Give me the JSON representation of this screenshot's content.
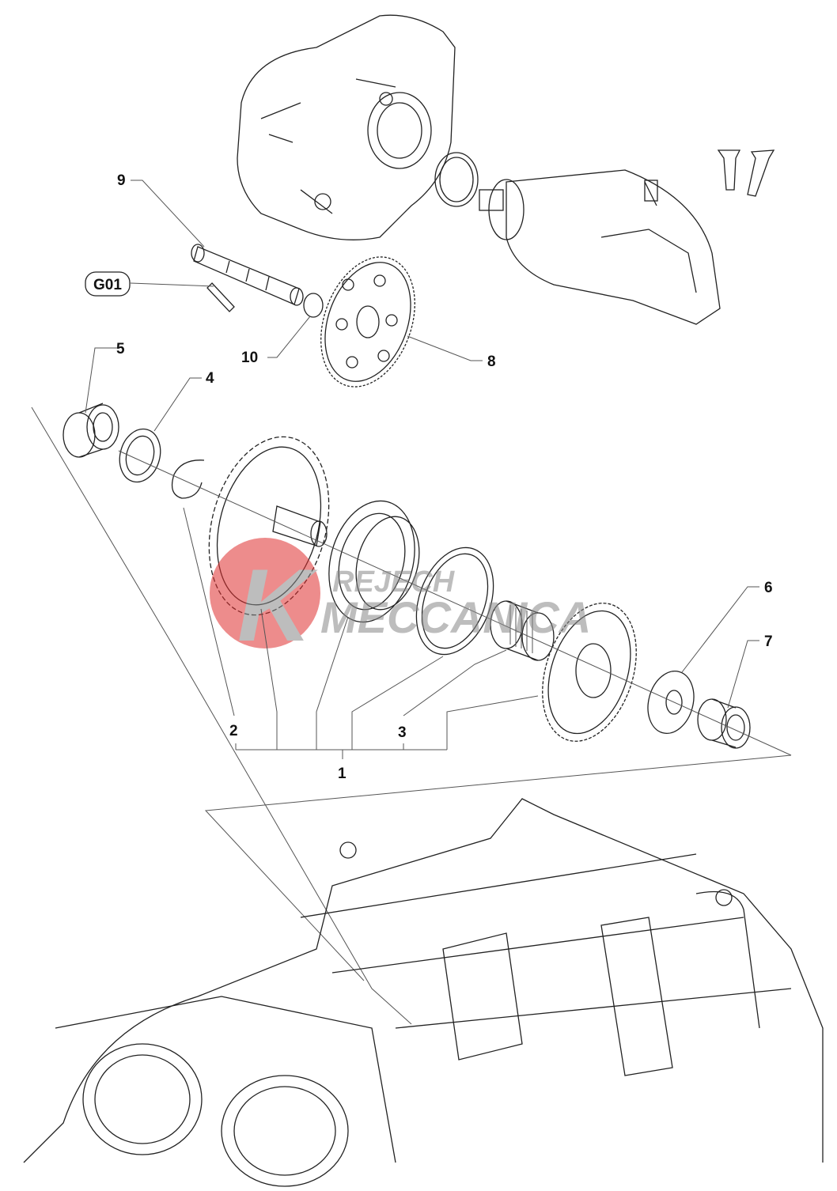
{
  "diagram": {
    "callouts": {
      "c1": "1",
      "c2": "2",
      "c3": "3",
      "c4": "4",
      "c5": "5",
      "c6": "6",
      "c7": "7",
      "c8": "8",
      "c9": "9",
      "c10": "10",
      "g01": "G01"
    },
    "watermark": {
      "mark": "K",
      "line1": "REJECH",
      "line2": "MECCANICA",
      "color": "#e03030"
    }
  }
}
